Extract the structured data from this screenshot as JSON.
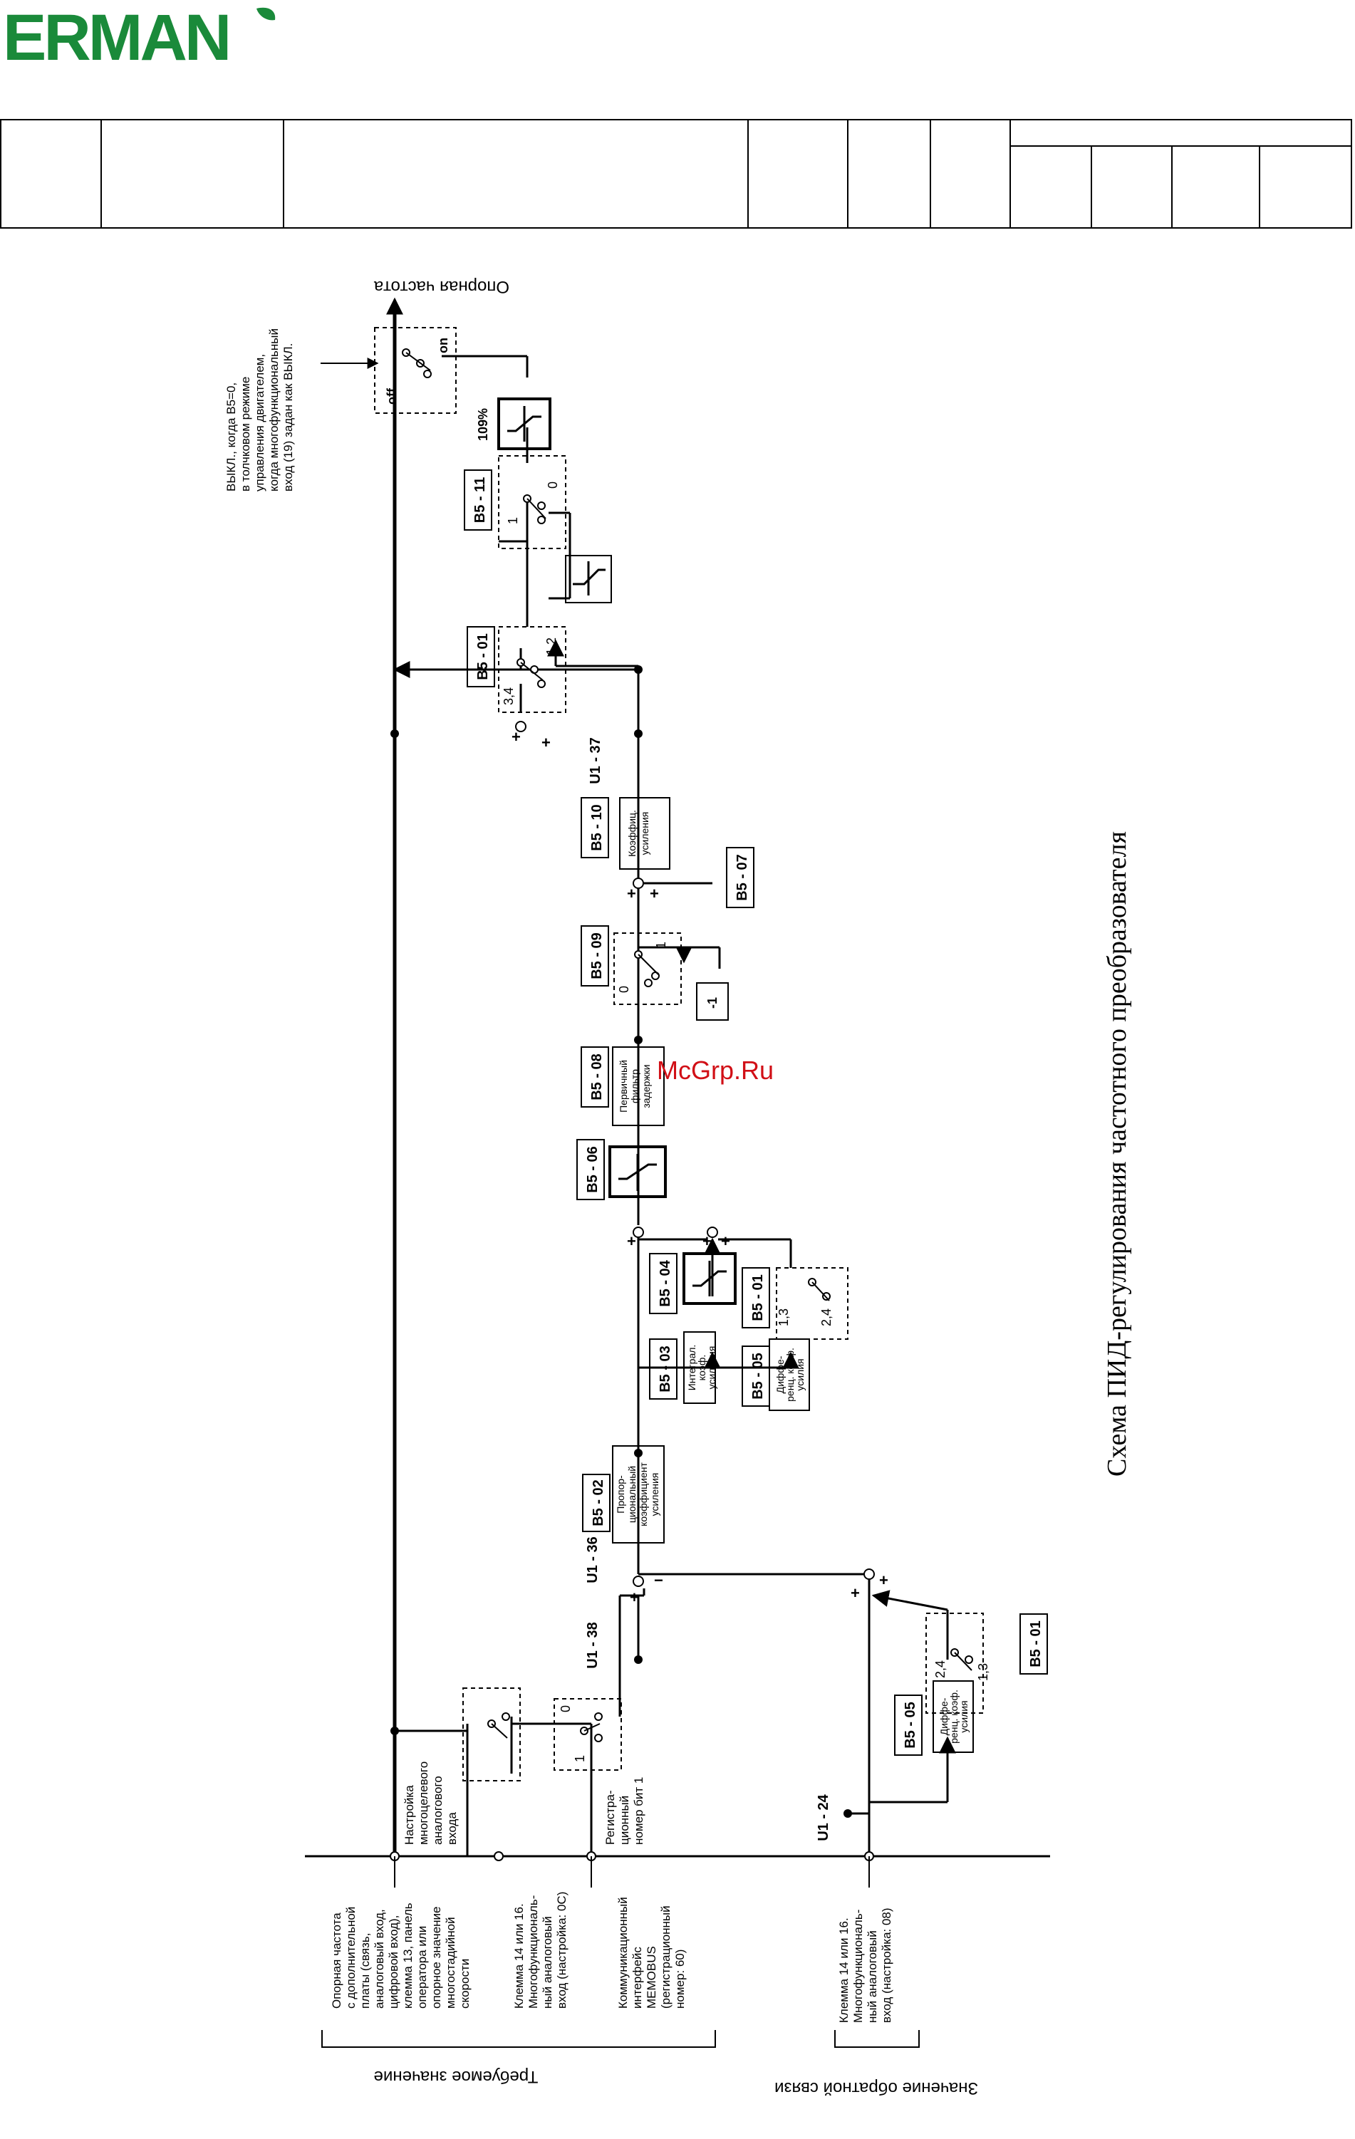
{
  "header": {
    "logo_text": "ERMAN",
    "logo_color": "#1a8a3a",
    "watermark_text": "McGrp.Ru",
    "watermark_color": "#d10f16"
  },
  "diagram": {
    "title": "Схема ПИД-регулирования частотного преобразователя",
    "output_label": "Опорная частота",
    "required_value_label": "Требуемое значение",
    "feedback_value_label": "Значение обратной связи",
    "note_off": [
      "ВЫКЛ., когда B5=0,",
      "в толчковом режиме",
      "управления двигателем,",
      "когда многофункциональный",
      "вход (19) задан как ВЫКЛ."
    ],
    "inputs": {
      "ref_freq": [
        "Опорная частота",
        "с дополнительной",
        "платы (связь,",
        "аналоговый вход,",
        "цифровой вход),",
        "клемма 13, панель",
        "оператора или",
        "опорное значение",
        "многостадийной",
        "скорости"
      ],
      "multi_analog": [
        "Клемма 14 или 16.",
        "Многофункциональ-",
        "ный аналоговый",
        "вход (настройка: 0C)"
      ],
      "memobus": [
        "Коммуникационный",
        "интерфейс",
        "MEMOBUS",
        "(регистрационный",
        "номер: 60)"
      ],
      "feedback_terminal": [
        "Клемма 14 или 16.",
        "Многофункциональ-",
        "ный аналоговый",
        "вход (настройка: 08)"
      ],
      "multi_setting": [
        "Настройка",
        "многоцелевого",
        "аналогового",
        "входа"
      ],
      "register_bit": [
        "Регистра-",
        "ционный",
        "номер бит 1"
      ]
    },
    "params": {
      "b5_02": "B5 - 02",
      "b5_03": "B5 - 03",
      "b5_04": "B5 - 04",
      "b5_05_top": "B5 - 05",
      "b5_01_top": "B5 - 01",
      "b5_06": "B5 - 06",
      "b5_08": "B5 - 08",
      "b5_09": "B5 - 09",
      "b5_07": "B5 - 07",
      "b5_10": "B5 - 10",
      "b5_01_mid": "B5 - 01",
      "b5_11": "B5 - 11",
      "b5_05_bot": "B5 - 05",
      "b5_01_bot": "B5 - 01"
    },
    "monitors": {
      "u1_38": "U1 - 38",
      "u1_36": "U1 - 36",
      "u1_37": "U1 - 37",
      "u1_24": "U1 - 24"
    },
    "blocks": {
      "prop_gain": [
        "Пропор-",
        "циональный",
        "коэффициент",
        "усиления"
      ],
      "integral_gain": [
        "Интеграл.",
        "коэф.",
        "усиления"
      ],
      "diff_gain_top": [
        "Диффе-",
        "ренц. коэф.",
        "усилия"
      ],
      "primary_filter": [
        "Первичный",
        "фильтр",
        "задержки"
      ],
      "gain": [
        "Коэффиц.",
        "усиления"
      ],
      "diff_gain_bot": [
        "Диффе-",
        "ренц. коэф.",
        "усилия"
      ],
      "neg_one": "-1",
      "limit_109": "109%"
    },
    "switch_labels": {
      "sw_0": "0",
      "sw_1": "1",
      "b509_0": "0",
      "b509_1": "1",
      "b501_12": "1,2",
      "b501_34": "3,4",
      "b511_1": "1",
      "b511_0": "0",
      "top_13": "1,3",
      "top_24": "2,4",
      "bot_24": "2,4",
      "bot_13": "1,3",
      "off": "off",
      "on": "on"
    }
  }
}
